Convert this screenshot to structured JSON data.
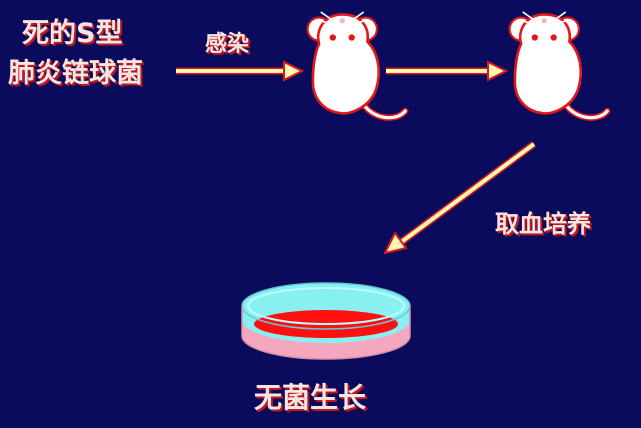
{
  "labels": {
    "bacteria_line1": "死的S型",
    "bacteria_line2": "肺炎链球菌",
    "infect": "感染",
    "culture": "取血培养",
    "result": "无菌生长"
  },
  "colors": {
    "background": "#0b0b5e",
    "label_text": "#f2e6e6",
    "label_shadow": "#c01818",
    "arrow_fill": "#fff6b0",
    "arrow_edge": "#d81a1a",
    "mouse_body": "#ffffff",
    "mouse_outline": "#e01818",
    "dish_top": "#88f0f0",
    "dish_bottom": "#f4a8c0",
    "dish_medium": "#ff1010"
  },
  "icons": {
    "mouse": "white-mouse-icon",
    "dish": "petri-dish-icon"
  }
}
